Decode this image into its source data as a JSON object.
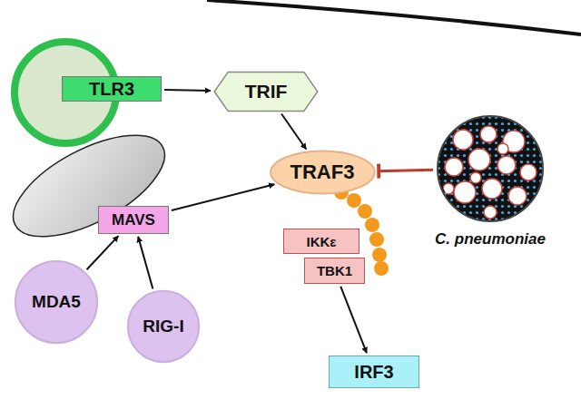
{
  "diagram": {
    "nodes": [
      {
        "text": [
          "TLR3"
        ]
      },
      {
        "text": [
          "TRIF"
        ]
      },
      {
        "text": [
          "MAVS"
        ]
      },
      {
        "text": [
          "TRAF3"
        ]
      },
      {
        "text": [
          "IKKε"
        ]
      },
      {
        "text": [
          "TBK1"
        ]
      },
      {
        "text": [
          "C. pneumoniae"
        ]
      },
      {
        "text": [
          "MDA5"
        ]
      },
      {
        "text": [
          "RIG-I"
        ]
      },
      {
        "text": [
          "IRF3"
        ]
      }
    ],
    "edges": [
      {
        "from": 0,
        "to": 1,
        "arrow": "to"
      },
      {
        "from": 1,
        "to": 3,
        "arrow": "to"
      },
      {
        "from": 2,
        "to": 3,
        "arrow": "to"
      },
      {
        "from": 7,
        "to": 2,
        "arrow": "to"
      },
      {
        "from": 8,
        "to": 2,
        "arrow": "to"
      },
      {
        "from": 6,
        "to": 3,
        "arrow": "to"
      },
      {
        "from": 5,
        "to": 9,
        "arrow": "to"
      }
    ]
  }
}
